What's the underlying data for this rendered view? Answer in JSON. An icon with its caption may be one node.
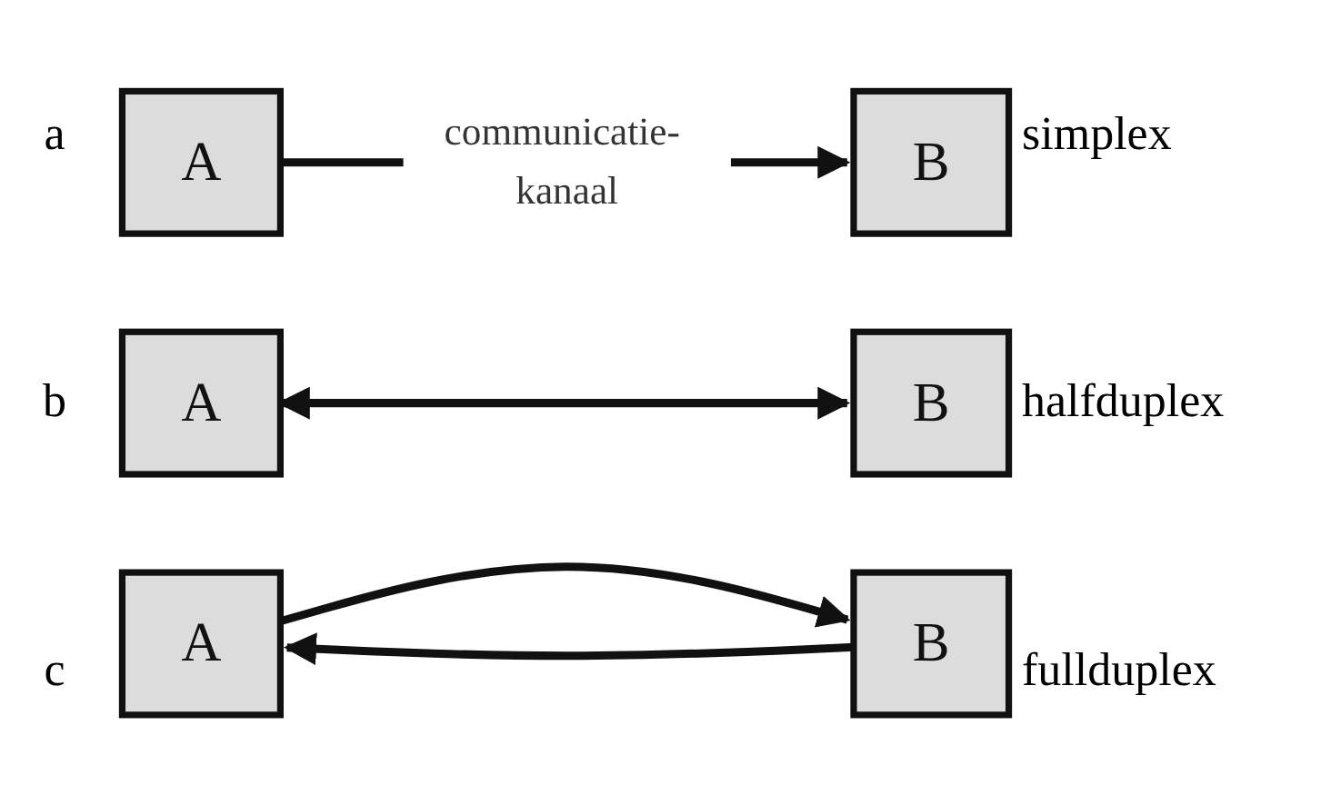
{
  "diagram": {
    "nodes": [
      {
        "text": [
          "A"
        ]
      },
      {
        "text": [
          "B"
        ]
      },
      {
        "text": [
          "A"
        ]
      },
      {
        "text": [
          "B"
        ]
      },
      {
        "text": [
          "A"
        ]
      },
      {
        "text": [
          "B"
        ]
      }
    ],
    "edges": [
      {
        "from": 0,
        "to": 1,
        "arrow": "to",
        "label": "communicatie- kanaal"
      },
      {
        "from": 2,
        "to": 3,
        "arrow": "both"
      },
      {
        "from": 4,
        "to": 5,
        "arrow": "to"
      },
      {
        "from": 5,
        "to": 4,
        "arrow": "to"
      }
    ],
    "labels": [
      "a",
      "simplex",
      "b",
      "halfduplex",
      "c",
      "fullduplex"
    ]
  }
}
